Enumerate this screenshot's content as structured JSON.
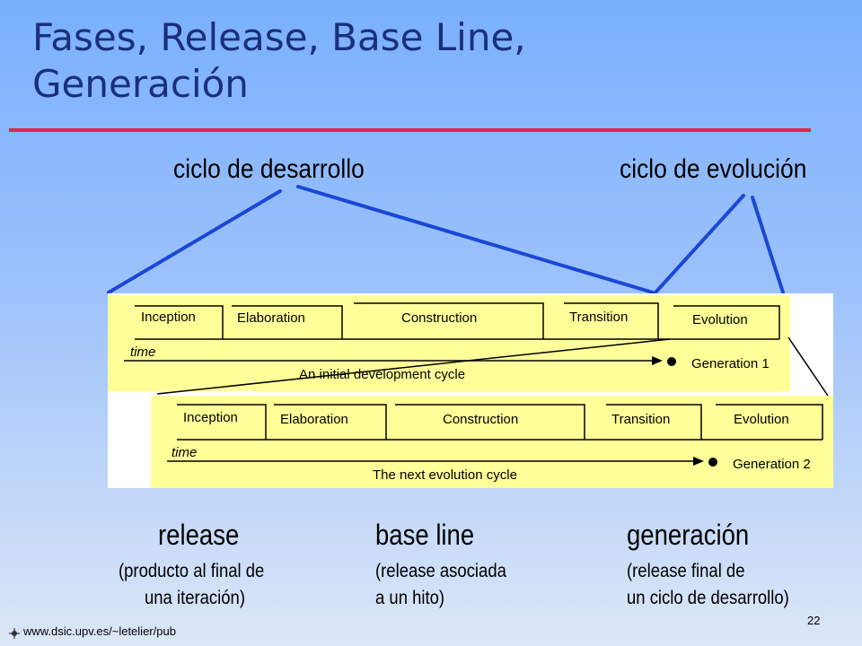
{
  "slide": {
    "title_line1": "Fases, Release, Base Line,",
    "title_line2": "Generación",
    "page_number": "22",
    "footer_url": "www.dsic.upv.es/~letelier/pub"
  },
  "cycles": {
    "development": "ciclo de desarrollo",
    "evolution": "ciclo de evolución"
  },
  "diagram": {
    "gen1": {
      "phases": [
        "Inception",
        "Elaboration",
        "Construction",
        "Transition",
        "Evolution"
      ],
      "time": "time",
      "cycle_label": "An initial development cycle",
      "generation": "Generation 1"
    },
    "gen2": {
      "phases": [
        "Inception",
        "Elaboration",
        "Construction",
        "Transition",
        "Evolution"
      ],
      "time": "time",
      "cycle_label": "The next evolution cycle",
      "generation": "Generation 2"
    }
  },
  "definitions": {
    "release": {
      "head": "release",
      "line1": "(producto al final de",
      "line2": "una iteración)"
    },
    "baseline": {
      "head": "base line",
      "line1": "(release asociada",
      "line2": "a un hito)"
    },
    "generacion": {
      "head": "generación",
      "line1": "(release final de",
      "line2": "un ciclo de desarrollo)"
    }
  },
  "colors": {
    "title": "#1b2f7a",
    "rule": "#dd2645",
    "connector": "#1b47d6",
    "panel": "#ffff99"
  }
}
